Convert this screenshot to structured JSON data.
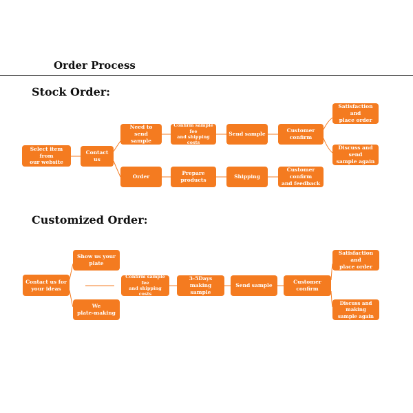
{
  "header": {
    "title": "Order Process"
  },
  "stock_order": {
    "title": "Stock  Order:",
    "nodes": {
      "select": "Select item from\nour website",
      "contact": "Contact us",
      "need_sample": "Need to send\nsample",
      "confirm_fee": "Confirm sample fee\nand shipping costs",
      "send_sample": "Send sample",
      "customer_confirm": "Customer confirm",
      "satisfaction": "Satisfaction and\nplace order",
      "discuss": "Discuss and send\nsample again",
      "order": "Order",
      "prepare": "Prepare products",
      "shipping": "Shipping",
      "confirm_feedback": "Customer confirm\nand feedback"
    }
  },
  "customized_order": {
    "title": "Customized Order:",
    "nodes": {
      "contact_ideas": "Contact us for\nyour ideas",
      "show_plate": "Show us your\nplate",
      "plate_making": "We\nplate-making",
      "confirm_fee": "Confirm sample fee\nand shipping costs",
      "days_making": "3-5Days making\nsample",
      "send_sample": "Send sample",
      "customer_confirm": "Customer confirm",
      "satisfaction": "Satisfaction and\nplace order",
      "discuss": "Discuss and making\nsample again"
    }
  },
  "colors": {
    "node_fill": "#f47b20",
    "node_text": "#ffffff",
    "connector": "#f47b20"
  }
}
